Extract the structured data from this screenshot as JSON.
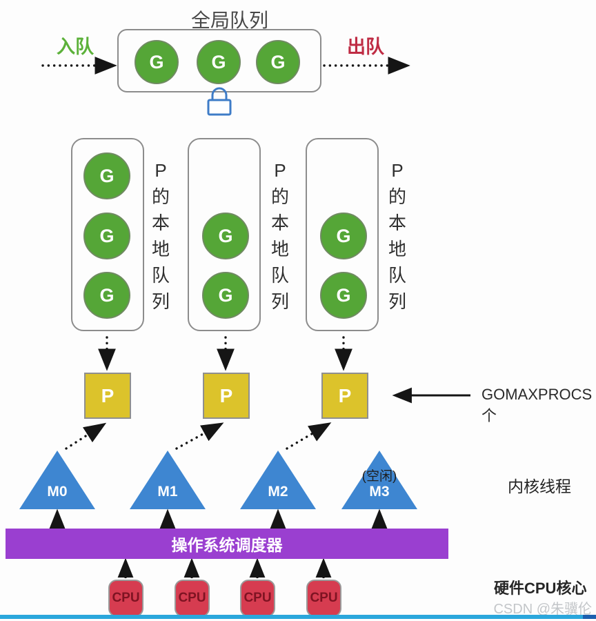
{
  "global_queue": {
    "title": "全局队列",
    "enqueue_label": "入队",
    "dequeue_label": "出队",
    "goroutine_label": "G",
    "goroutine_count": 3
  },
  "local_queues": {
    "side_label": "P的本地队列",
    "goroutine_label": "G",
    "queues": [
      {
        "goroutines": 3
      },
      {
        "goroutines": 2
      },
      {
        "goroutines": 2
      }
    ]
  },
  "processors": {
    "label": "P",
    "count": 3,
    "annotation": "GOMAXPROCS个"
  },
  "threads": {
    "annotation": "内核线程",
    "items": [
      {
        "label": "M0"
      },
      {
        "label": "M1"
      },
      {
        "label": "M2"
      },
      {
        "label": "M3",
        "note": "(空闲)"
      }
    ]
  },
  "os_scheduler": {
    "label": "操作系统调度器"
  },
  "cpu": {
    "label": "CPU",
    "count": 4,
    "annotation": "硬件CPU核心"
  },
  "watermark": "CSDN @朱骥伦",
  "colors": {
    "g-green": "#55a637",
    "p-yellow": "#dcc32b",
    "m-blue": "#3e86d1",
    "bar-purple": "#9a3fd0",
    "cpu-red": "#d63c50",
    "enqueue-green": "#5cb13a",
    "dequeue-red": "#bf2c44",
    "lock-blue": "#3e7cc7",
    "line-cyan": "#2ba7dc"
  }
}
